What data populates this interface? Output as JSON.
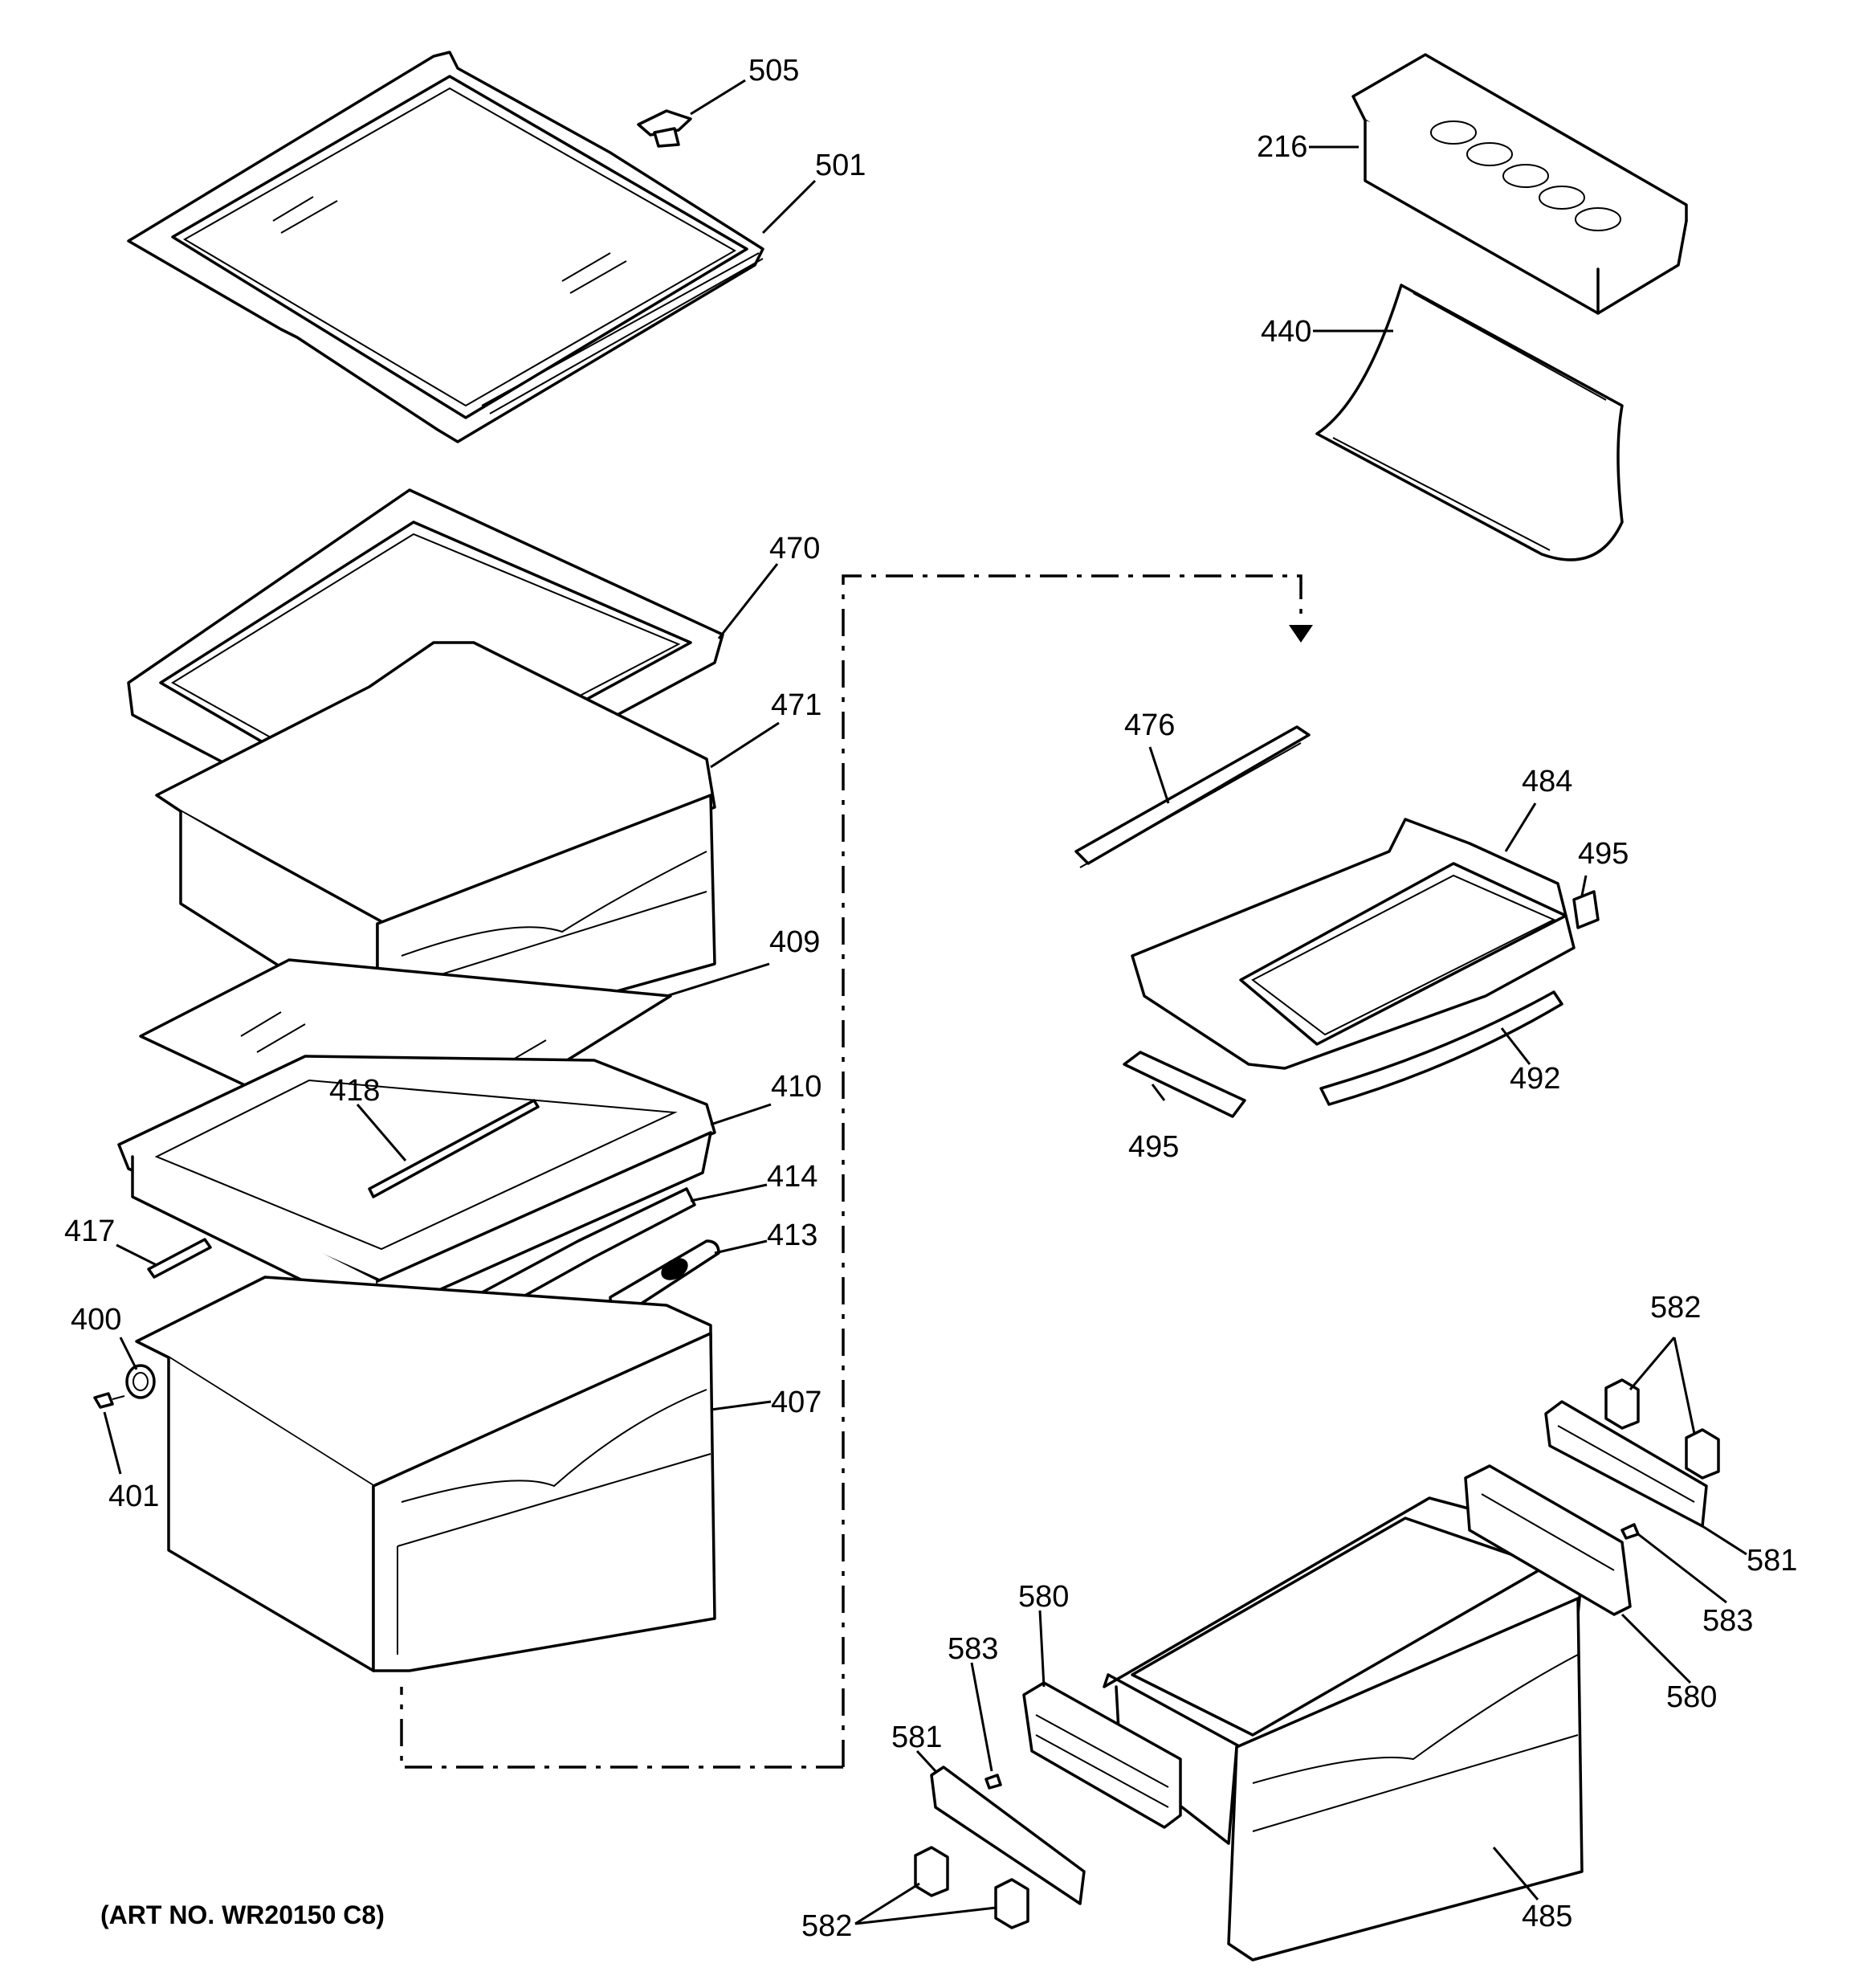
{
  "art_number": "(ART NO. WR20150 C8)",
  "part_labels": {
    "p505": "505",
    "p501": "501",
    "p216": "216",
    "p440": "440",
    "p470": "470",
    "p471": "471",
    "p409": "409",
    "p418": "418",
    "p410": "410",
    "p414": "414",
    "p417": "417",
    "p413": "413",
    "p400": "400",
    "p401": "401",
    "p407": "407",
    "p476": "476",
    "p484": "484",
    "p495a": "495",
    "p495b": "495",
    "p492": "492",
    "p582a": "582",
    "p581a": "581",
    "p583a": "583",
    "p580a": "580",
    "p580b": "580",
    "p583b": "583",
    "p581b": "581",
    "p582b": "582",
    "p485": "485"
  }
}
